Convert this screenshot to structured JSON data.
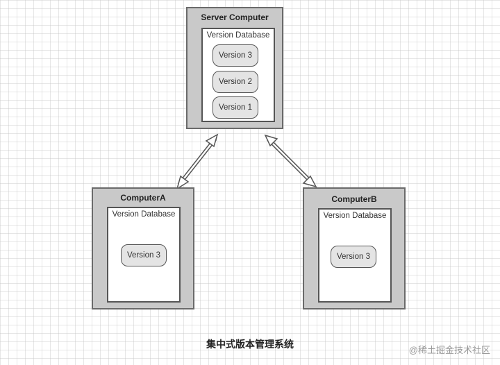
{
  "diagram": {
    "server": {
      "title": "Server Computer",
      "database_label": "Version Database",
      "versions": [
        "Version 3",
        "Version 2",
        "Version 1"
      ]
    },
    "computer_a": {
      "title": "ComputerA",
      "database_label": "Version Database",
      "versions": [
        "Version 3"
      ]
    },
    "computer_b": {
      "title": "ComputerB",
      "database_label": "Version Database",
      "versions": [
        "Version 3"
      ]
    },
    "caption": "集中式版本管理系统",
    "watermark": "@稀土掘金技术社区"
  }
}
